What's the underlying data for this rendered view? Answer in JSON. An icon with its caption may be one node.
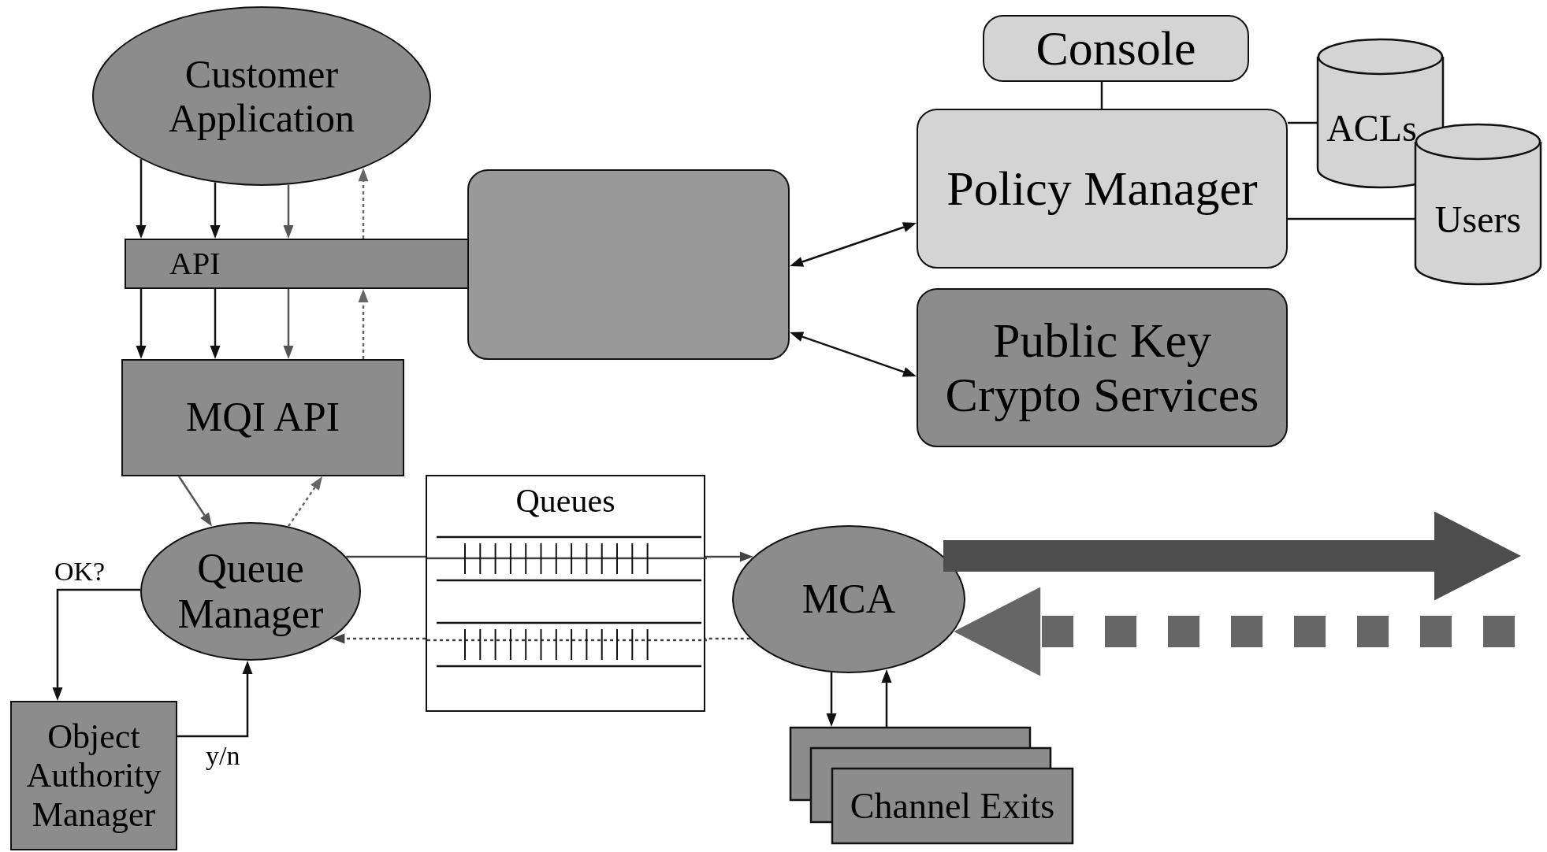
{
  "diagram": {
    "nodes": [
      {
        "text": [
          "Customer Application"
        ]
      },
      {
        "text": [
          "API"
        ]
      },
      {
        "text": [],
        "shape": "box"
      },
      {
        "text": [
          "MQI API"
        ]
      },
      {
        "text": [
          "Console"
        ]
      },
      {
        "text": [
          "Policy Manager"
        ]
      },
      {
        "text": [
          "ACLs"
        ]
      },
      {
        "text": [
          "Users"
        ]
      },
      {
        "text": [
          "Public Key Crypto Services"
        ]
      },
      {
        "text": [
          "Queues"
        ]
      },
      {
        "text": [
          "Queue Manager"
        ]
      },
      {
        "text": [
          "MCA"
        ]
      },
      {
        "text": [
          "Object Authority Manager"
        ]
      },
      {
        "text": [
          "Channel Exits"
        ]
      }
    ],
    "edges": [
      {
        "from": 0,
        "to": 1,
        "arrow": "to"
      },
      {
        "from": 0,
        "to": 1,
        "arrow": "to"
      },
      {
        "from": 0,
        "to": 1,
        "arrow": "to",
        "color": "#555555"
      },
      {
        "from": 1,
        "to": 0,
        "arrow": "to",
        "style": "dashed",
        "color": "#666666"
      },
      {
        "from": 1,
        "to": 3,
        "arrow": "to"
      },
      {
        "from": 1,
        "to": 3,
        "arrow": "to"
      },
      {
        "from": 1,
        "to": 3,
        "arrow": "to",
        "color": "#555555"
      },
      {
        "from": 3,
        "to": 1,
        "arrow": "to",
        "style": "dashed",
        "color": "#666666"
      },
      {
        "from": 2,
        "to": 5,
        "arrow": "both"
      },
      {
        "from": 2,
        "to": 8,
        "arrow": "both"
      },
      {
        "from": 4,
        "to": 5,
        "arrow": "none"
      },
      {
        "from": 5,
        "to": 6,
        "arrow": "none"
      },
      {
        "from": 5,
        "to": 7,
        "arrow": "none"
      },
      {
        "from": 3,
        "to": 10,
        "arrow": "to",
        "color": "#555555"
      },
      {
        "from": 10,
        "to": 3,
        "arrow": "to",
        "style": "dashed",
        "color": "#666666"
      },
      {
        "from": 10,
        "to": 9,
        "arrow": "none",
        "color": "#444444"
      },
      {
        "from": 9,
        "to": 11,
        "arrow": "to",
        "color": "#444444"
      },
      {
        "from": 11,
        "to": 9,
        "arrow": "none",
        "style": "dashed",
        "color": "#444444"
      },
      {
        "from": 9,
        "to": 10,
        "arrow": "to",
        "style": "dashed",
        "color": "#444444"
      },
      {
        "from": 10,
        "to": 12,
        "arrow": "to",
        "label": "OK?"
      },
      {
        "from": 12,
        "to": 10,
        "arrow": "to",
        "label": "y/n"
      },
      {
        "from": 11,
        "to": 13,
        "arrow": "to"
      },
      {
        "from": 13,
        "to": 11,
        "arrow": "to"
      },
      {
        "from": 11,
        "to": null,
        "arrow": "to",
        "style": "thick",
        "color": "#4d4d4d"
      },
      {
        "from": null,
        "to": 11,
        "arrow": "to",
        "style": "dashed",
        "color": "#666666"
      }
    ]
  }
}
